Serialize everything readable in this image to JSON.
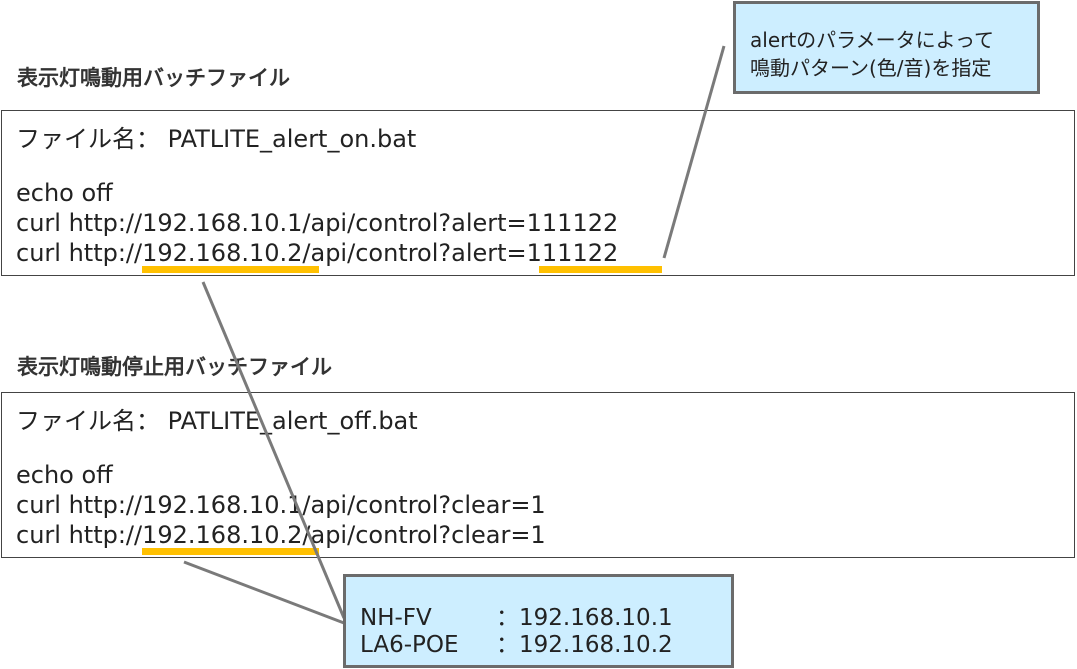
{
  "alert_section": {
    "heading": "表示灯鳴動用バッチファイル",
    "filename_line": "ファイル名： PATLITE_alert_on.bat",
    "lines": [
      "echo off",
      "curl http://192.168.10.1/api/control?alert=111122",
      "curl http://192.168.10.2/api/control?alert=111122"
    ]
  },
  "clear_section": {
    "heading": "表示灯鳴動停止用バッチファイル",
    "filename_line": "ファイル名： PATLITE_alert_off.bat",
    "lines": [
      "echo off",
      "curl http://192.168.10.1/api/control?clear=1",
      "curl http://192.168.10.2/api/control?clear=1"
    ]
  },
  "callout_alert": {
    "line1": "alertのパラメータによって",
    "line2": "鳴動パターン(色/音)を指定"
  },
  "callout_ip": {
    "rows": [
      {
        "device": "NH-FV",
        "sep": "：",
        "ip": "192.168.10.1"
      },
      {
        "device": "LA6-POE",
        "sep": "：",
        "ip": "192.168.10.2"
      }
    ]
  },
  "colors": {
    "highlight": "#ffc000",
    "callout_fill": "#cdeeff",
    "callout_border": "#6b6b6b",
    "connector": "#7a7a7a"
  }
}
